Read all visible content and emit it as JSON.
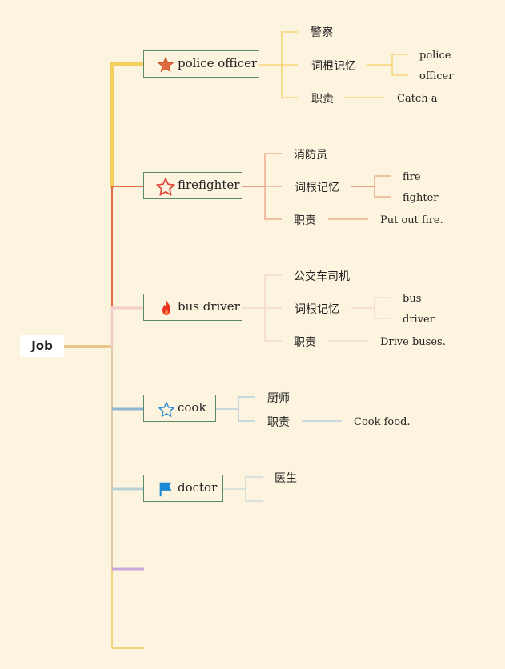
{
  "root": "Job",
  "colors": {
    "background": "#fdf4df",
    "police": "#f6cf63",
    "firefighter": "#e26a47",
    "bus": "#f2cfc8",
    "cook": "#8fb4d4",
    "doctor": "#b8d0d6",
    "extra1": "#c9a9d9",
    "extra2": "#f2d27a"
  },
  "jobs": [
    {
      "name": "police officer",
      "icon": "star-filled-icon",
      "chinese": "警察",
      "root_label": "词根记忆",
      "root_parts": [
        "police",
        "officer"
      ],
      "duty_label": "职责",
      "duty": "Catch a"
    },
    {
      "name": "firefighter",
      "icon": "star-outline-icon",
      "chinese": "消防员",
      "root_label": "词根记忆",
      "root_parts": [
        "fire",
        "fighter"
      ],
      "duty_label": "职责",
      "duty": "Put out fire."
    },
    {
      "name": "bus driver",
      "icon": "flame-icon",
      "chinese": "公交车司机",
      "root_label": "词根记忆",
      "root_parts": [
        "bus",
        "driver"
      ],
      "duty_label": "职责",
      "duty": "Drive buses."
    },
    {
      "name": "cook",
      "icon": "star-outline-blue-icon",
      "chinese": "厨师",
      "duty_label": "职责",
      "duty": "Cook food."
    },
    {
      "name": "doctor",
      "icon": "flag-icon",
      "chinese": "医生"
    }
  ]
}
